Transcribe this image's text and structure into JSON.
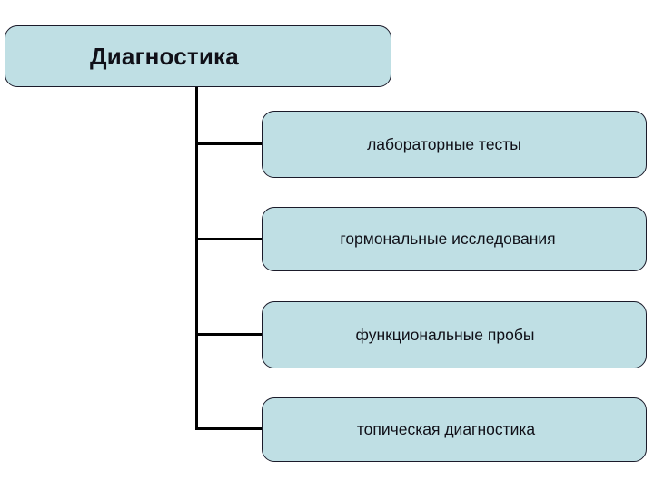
{
  "diagram": {
    "type": "tree",
    "orientation": "vertical-spine-right-branches",
    "colors": {
      "node_fill": "#bfdfe4",
      "node_border": "#1b1b2a",
      "text": "#101018",
      "connector": "#000000",
      "background": "#ffffff"
    },
    "root": {
      "label": "Диагностика"
    },
    "children": [
      {
        "label": "лабораторные тесты"
      },
      {
        "label": "гормональные исследования"
      },
      {
        "label": "функциональные пробы"
      },
      {
        "label": "топическая диагностика"
      }
    ]
  }
}
